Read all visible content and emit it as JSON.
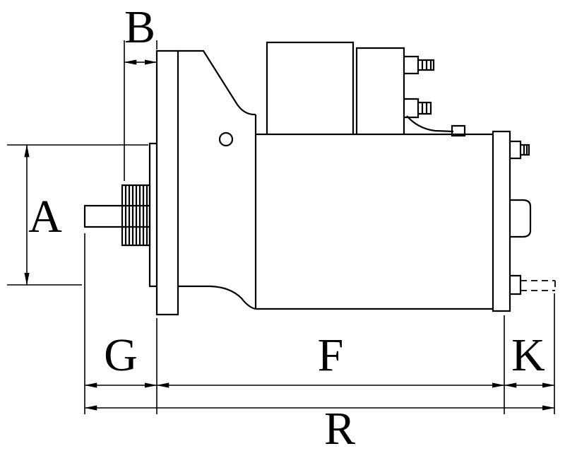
{
  "diagram": {
    "background_color": "#ffffff",
    "line_color": "#000000",
    "labels": {
      "A": "A",
      "B": "B",
      "G": "G",
      "F": "F",
      "K": "K",
      "R": "R"
    }
  }
}
